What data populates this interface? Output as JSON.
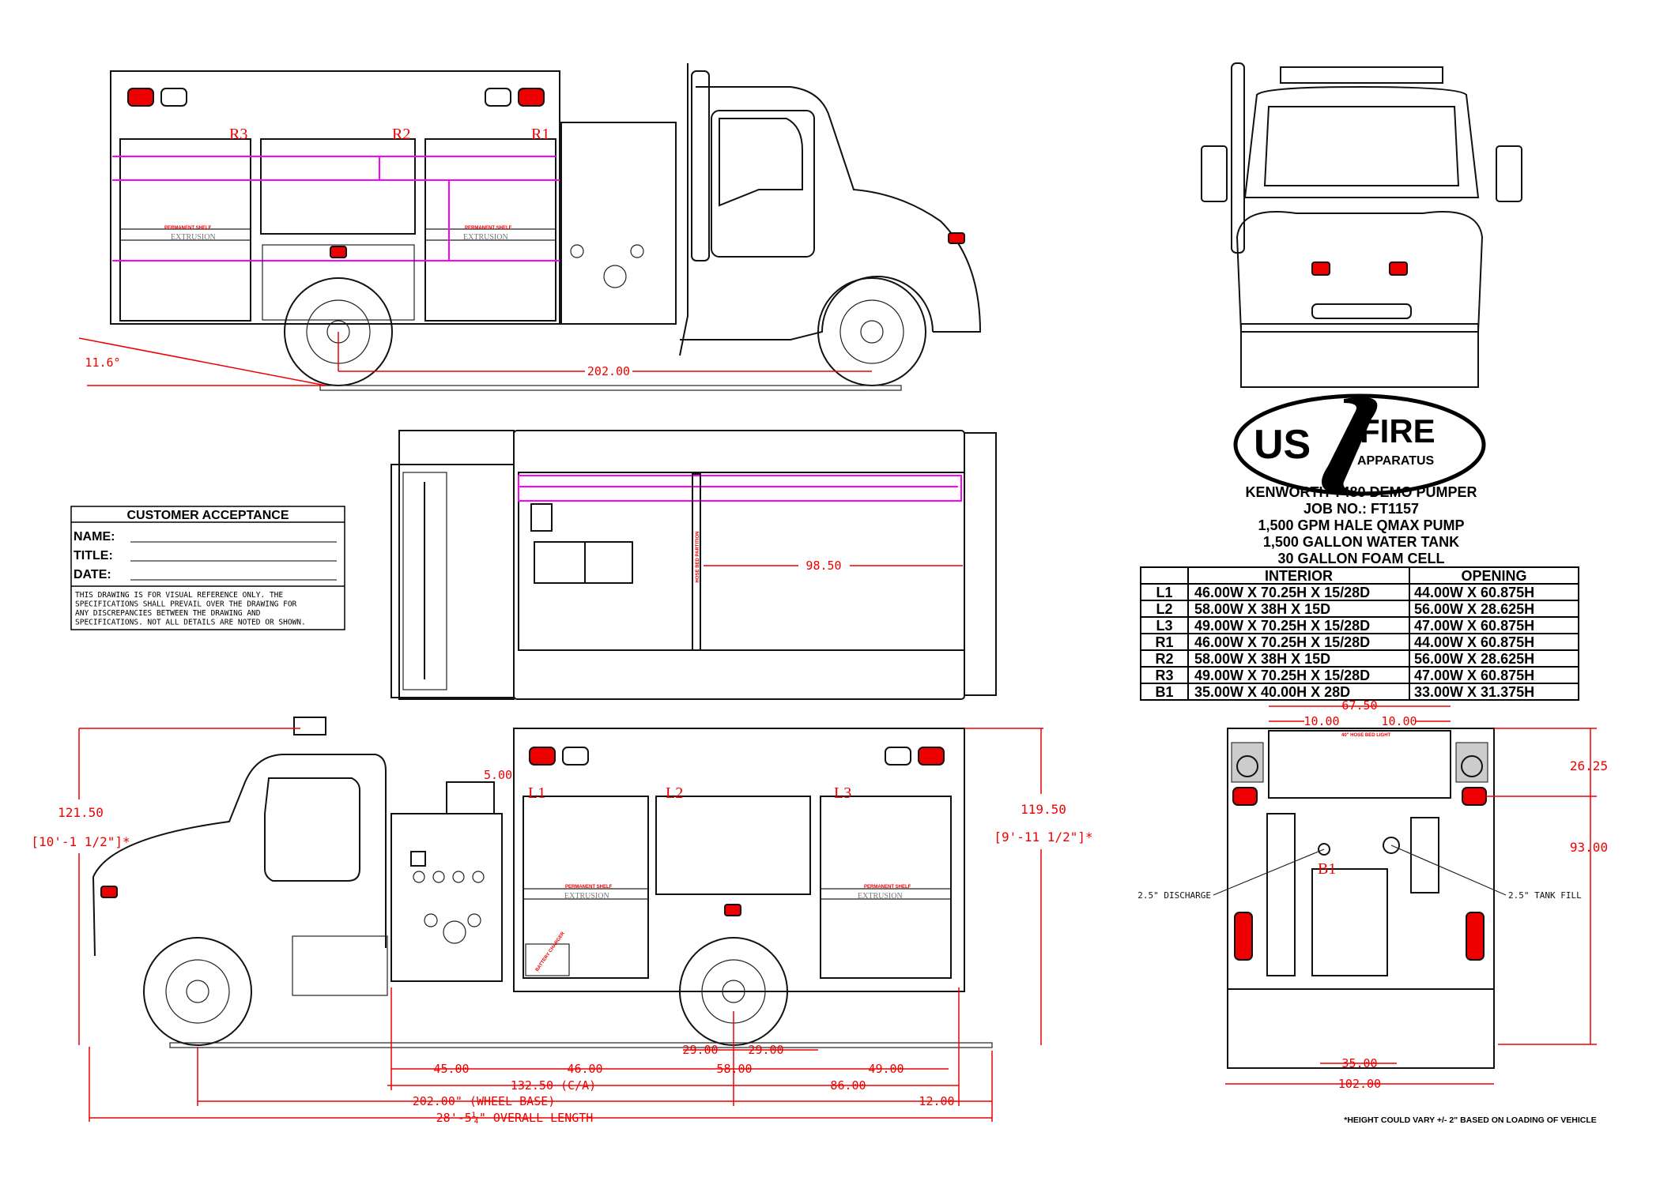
{
  "logo": {
    "us": "US",
    "fire": "FIRE",
    "apparatus": "APPARATUS"
  },
  "title_block": {
    "lines": [
      "KENWORTH T480 DEMO PUMPER",
      "JOB NO.: FT1157",
      "1,500 GPM HALE QMAX PUMP",
      "1,500 GALLON WATER TANK",
      "30 GALLON FOAM CELL"
    ]
  },
  "compartment_table": {
    "headers": [
      "",
      "INTERIOR",
      "OPENING"
    ],
    "rows": [
      {
        "id": "L1",
        "interior": "46.00W X 70.25H X 15/28D",
        "opening": "44.00W X 60.875H"
      },
      {
        "id": "L2",
        "interior": "58.00W X 38H X 15D",
        "opening": "56.00W X 28.625H"
      },
      {
        "id": "L3",
        "interior": "49.00W X 70.25H X 15/28D",
        "opening": "47.00W X 60.875H"
      },
      {
        "id": "R1",
        "interior": "46.00W X 70.25H X 15/28D",
        "opening": "44.00W X 60.875H"
      },
      {
        "id": "R2",
        "interior": "58.00W X 38H X 15D",
        "opening": "56.00W X 28.625H"
      },
      {
        "id": "R3",
        "interior": "49.00W X 70.25H X 15/28D",
        "opening": "47.00W X 60.875H"
      },
      {
        "id": "B1",
        "interior": "35.00W X 40.00H X 28D",
        "opening": "33.00W X 31.375H"
      }
    ]
  },
  "customer_acceptance": {
    "title": "CUSTOMER ACCEPTANCE",
    "fields": [
      "NAME:",
      "TITLE:",
      "DATE:"
    ],
    "disclaimer": [
      "THIS DRAWING IS FOR VISUAL REFERENCE ONLY. THE",
      "SPECIFICATIONS SHALL PREVAIL OVER THE DRAWING FOR",
      "ANY DISCREPANCIES BETWEEN THE DRAWING AND",
      "SPECIFICATIONS. NOT ALL DETAILS ARE NOTED OR SHOWN."
    ]
  },
  "right_side_view": {
    "compartments": [
      "R3",
      "R2",
      "R1"
    ],
    "shelf_label": "PERMANENT SHELF",
    "extrusion_label": "EXTRUSION",
    "angle": "11.6°",
    "wheelbase": "202.00"
  },
  "top_view": {
    "partition_label": "HOSE BED PARTITION",
    "dimension": "98.50"
  },
  "left_side_view": {
    "compartments": [
      "L1",
      "L2",
      "L3"
    ],
    "shelf_label": "PERMANENT SHELF",
    "extrusion_label": "EXTRUSION",
    "battery_label": "BATTERY CHARGER",
    "height_front": "121.50",
    "height_front_ft": "[10'-1 1/2\"]*",
    "height_rear": "119.50",
    "height_rear_ft": "[9'-11 1/2\"]*",
    "monitor_offset": "5.00",
    "dims": {
      "d29a": "29.00",
      "d29b": "29.00",
      "d45": "45.00",
      "d46": "46.00",
      "d58": "58.00",
      "d49": "49.00",
      "ca": "132.50 (C/A)",
      "d86": "86.00",
      "wheelbase": "202.00\" (WHEEL BASE)",
      "d12": "12.00",
      "overall": "28'-5¼\" OVERALL LENGTH"
    }
  },
  "rear_view": {
    "hose_bed_light": "40\" HOSE BED LIGHT",
    "compartment": "B1",
    "discharge": "2.5\" DISCHARGE",
    "tank_fill": "2.5\" TANK FILL",
    "dims": {
      "d6750": "67.50",
      "d10a": "10.00",
      "d10b": "10.00",
      "d2625": "26.25",
      "d93": "93.00",
      "d35": "35.00",
      "d102": "102.00"
    }
  },
  "footnote": "*HEIGHT COULD VARY +/- 2\" BASED ON LOADING OF VEHICLE",
  "colors": {
    "dimension": "#ee0000",
    "plumbing": "#ff00ff",
    "line": "#111111"
  }
}
